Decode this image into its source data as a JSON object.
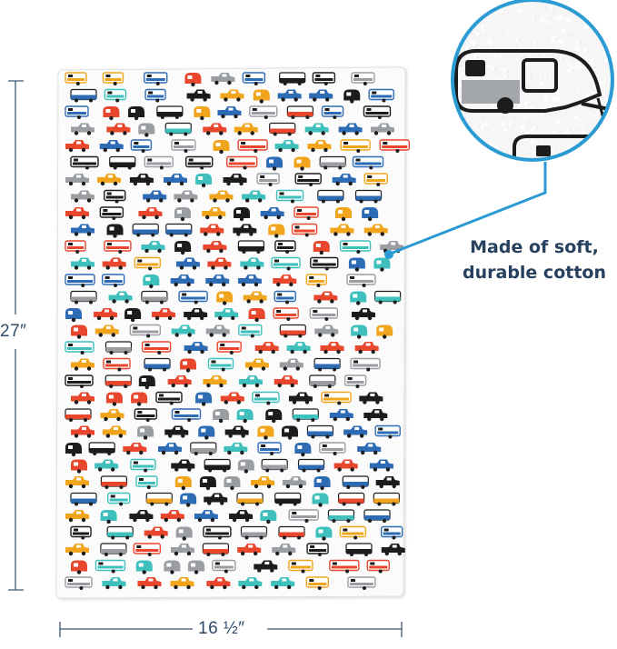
{
  "dimensions": {
    "height_label": "27″",
    "width_label": "16 ½″"
  },
  "callout": {
    "line1": "Made of soft,",
    "line2": "durable cotton"
  },
  "colors": {
    "dimension_line": "#3d5873",
    "callout_accent": "#2a9bd3",
    "callout_text": "#27405e",
    "print_red": "#e8472e",
    "print_teal": "#3fc0bd",
    "print_blue": "#2e6bb5",
    "print_orange": "#f1a51d",
    "print_gray": "#9a9ea3",
    "print_black": "#1c1c1c"
  },
  "icons": {
    "towel": "towel-image",
    "zoom": "zoom-circle"
  }
}
